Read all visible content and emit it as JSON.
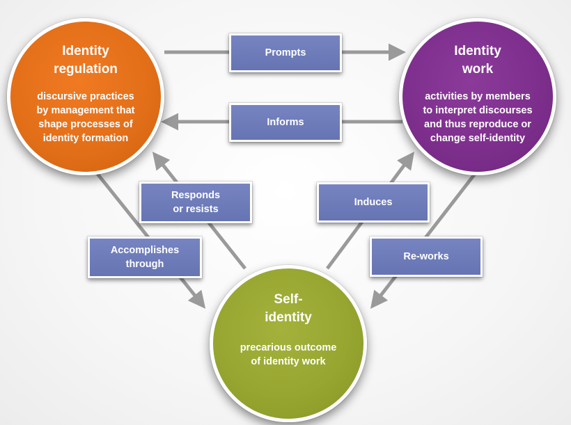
{
  "circles": {
    "identity_regulation": {
      "title": [
        "Identity",
        "regulation"
      ],
      "description": [
        "discursive practices",
        "by management that",
        "shape processes of",
        "identity formation"
      ],
      "color": "#e36f19"
    },
    "identity_work": {
      "title": [
        "Identity",
        "work"
      ],
      "description": [
        "activities by members",
        "to interpret discourses",
        "and thus reproduce or",
        "change self-identity"
      ],
      "color": "#7e2f8d"
    },
    "self_identity": {
      "title": [
        "Self-",
        "identity"
      ],
      "description": [
        "precarious outcome",
        "of identity work"
      ],
      "color": "#97a630"
    }
  },
  "connectors": {
    "prompts": {
      "label": [
        "Prompts"
      ]
    },
    "informs": {
      "label": [
        "Informs"
      ]
    },
    "responds": {
      "label": [
        "Responds",
        "or resists"
      ]
    },
    "induces": {
      "label": [
        "Induces"
      ]
    },
    "accomplishes": {
      "label": [
        "Accomplishes",
        "through"
      ]
    },
    "reworks": {
      "label": [
        "Re-works"
      ]
    }
  },
  "colors": {
    "box": "#6a78b7",
    "arrow": "#9a9a9a"
  }
}
